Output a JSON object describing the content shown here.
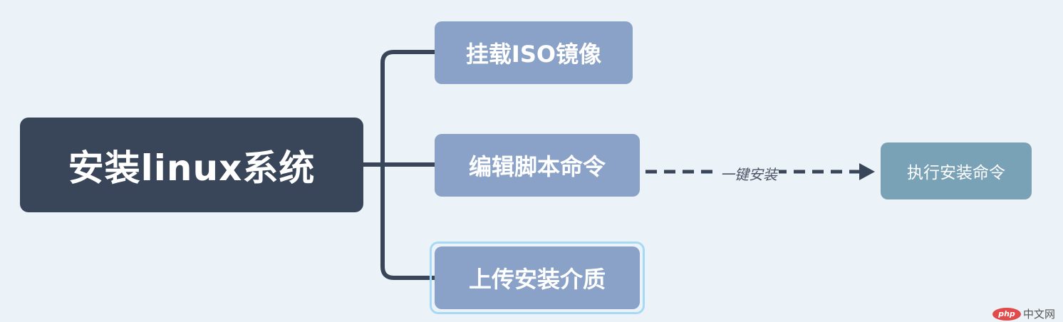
{
  "root": {
    "label": "安装linux系统"
  },
  "children": [
    {
      "label": "挂载ISO镜像"
    },
    {
      "label": "编辑脚本命令"
    },
    {
      "label": "上传安装介质"
    }
  ],
  "relation": {
    "label": "一键安装",
    "target": "执行安装命令",
    "style": "dashed"
  },
  "watermark": {
    "logo": "php",
    "text": "中文网"
  },
  "colors": {
    "background": "#ebf3f8",
    "root_fill": "#394559",
    "child_fill": "#8aa2c7",
    "target_fill": "#7aa2b7",
    "connector": "#394559",
    "selection": "#a7d8f4"
  }
}
